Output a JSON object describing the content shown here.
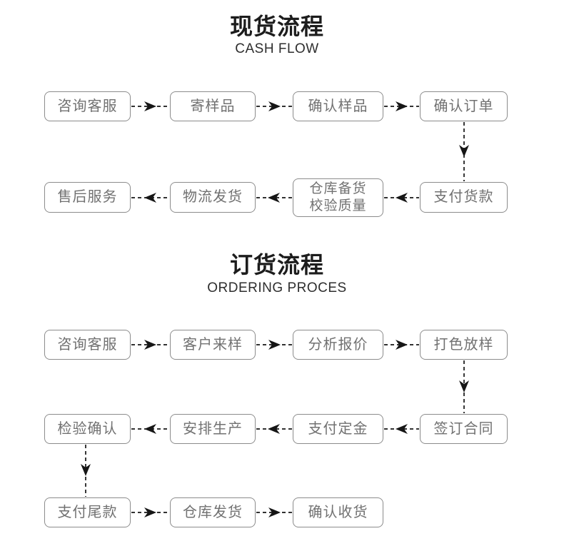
{
  "colors": {
    "title-text": "#1c1c1c",
    "subtitle-text": "#2e2e2e",
    "box-border": "#8c8c8c",
    "box-text": "#717171",
    "arrow": "#161616",
    "page-bg": "#ffffff"
  },
  "flow1": {
    "title": "现货流程",
    "subtitle": "CASH FLOW",
    "row1": [
      "咨询客服",
      "寄样品",
      "确认样品",
      "确认订单"
    ],
    "row2": [
      "售后服务",
      "物流发货",
      "仓库备货\n校验质量",
      "支付货款"
    ]
  },
  "flow2": {
    "title": "订货流程",
    "subtitle": "ORDERING PROCES",
    "row1": [
      "咨询客服",
      "客户来样",
      "分析报价",
      "打色放样"
    ],
    "row2": [
      "检验确认",
      "安排生产",
      "支付定金",
      "签订合同"
    ],
    "row3": [
      "支付尾款",
      "仓库发货",
      "确认收货"
    ]
  }
}
